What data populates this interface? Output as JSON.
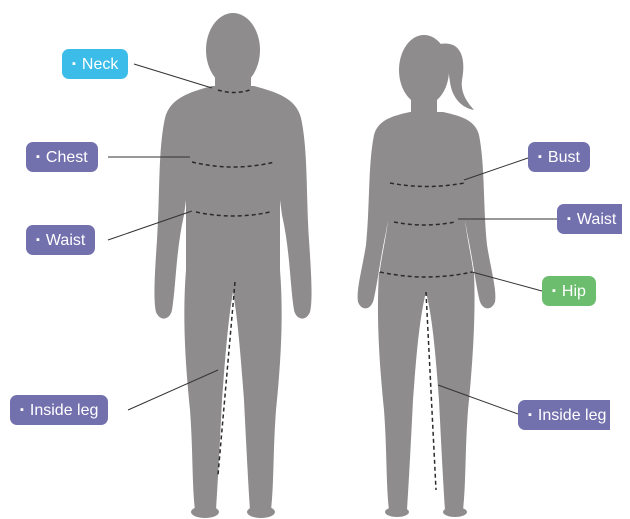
{
  "colors": {
    "figure": "#8e8c8c",
    "label_purple": "#7370ae",
    "label_blue": "#3cbde9",
    "label_green": "#6cbd6e",
    "leader_line": "#333333"
  },
  "bullet": "▪",
  "male": {
    "neck": "Neck",
    "chest": "Chest",
    "waist": "Waist",
    "inside_leg": "Inside leg"
  },
  "female": {
    "bust": "Bust",
    "waist": "Waist",
    "hip": "Hip",
    "inside_leg": "Inside leg"
  }
}
